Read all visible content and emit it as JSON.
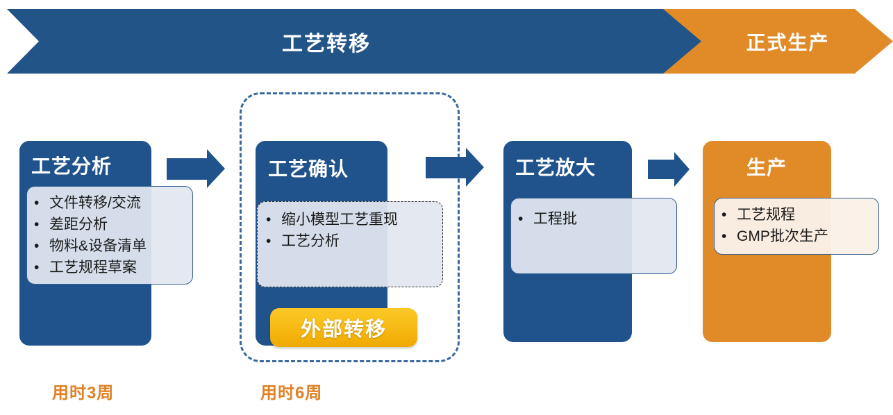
{
  "header": {
    "main_banner": {
      "label": "工艺转移",
      "color": "#225488"
    },
    "next_banner": {
      "label": "正式生产",
      "color": "#E18B28"
    }
  },
  "flow": {
    "stages": [
      {
        "id": "process-analysis",
        "title": "工艺分析",
        "accent": "#20538B",
        "bullets": [
          "文件转移/交流",
          "差距分析",
          "物料&设备清单",
          "工艺规程草案"
        ]
      },
      {
        "id": "process-confirmation",
        "title": "工艺确认",
        "accent": "#20538B",
        "bullets": [
          "缩小模型工艺重现",
          "工艺分析"
        ],
        "badge": "外部转移"
      },
      {
        "id": "process-scale-up",
        "title": "工艺放大",
        "accent": "#20538B",
        "bullets": [
          "工程批"
        ]
      },
      {
        "id": "production",
        "title": "生产",
        "accent": "#E18B28",
        "bullets": [
          "工艺规程",
          "GMP批次生产"
        ]
      }
    ],
    "connectors": [
      "arrow-right-icon",
      "arrow-right-icon",
      "arrow-right-icon"
    ],
    "group_frame": {
      "label": "external-transfer-group",
      "color": "#39689E"
    }
  },
  "durations": [
    {
      "label": "用时3周",
      "color": "#E08124"
    },
    {
      "label": "用时6周",
      "color": "#E08124"
    }
  ]
}
